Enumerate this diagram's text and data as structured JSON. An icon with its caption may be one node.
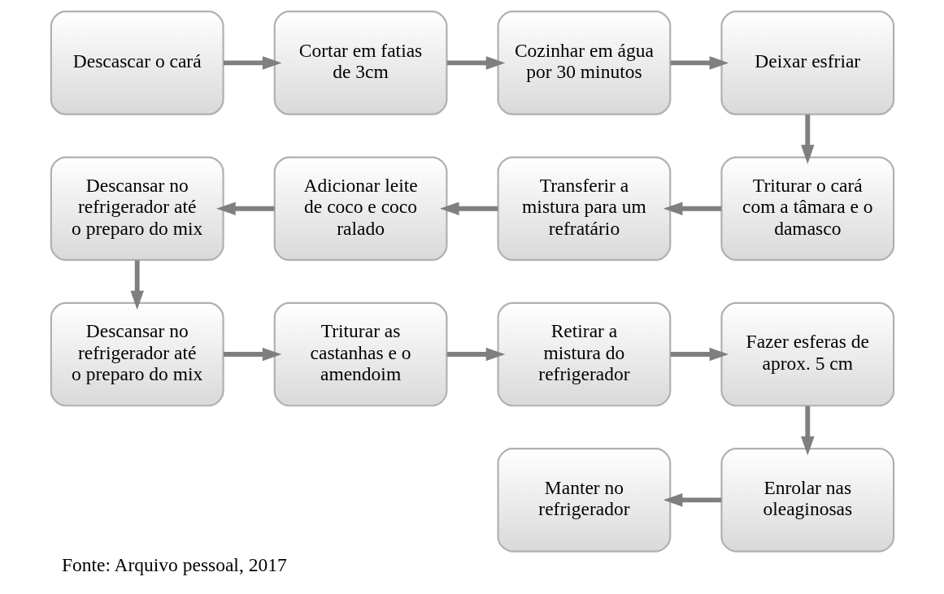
{
  "diagram": {
    "caption": "Fonte: Arquivo pessoal, 2017",
    "nodes": [
      {
        "text": [
          "Descascar o cará"
        ]
      },
      {
        "text": [
          "Cortar em fatias de 3cm"
        ]
      },
      {
        "text": [
          "Cozinhar em água por 30 minutos"
        ]
      },
      {
        "text": [
          "Deixar esfriar"
        ]
      },
      {
        "text": [
          "Triturar o cará com a tâmara e o damasco"
        ]
      },
      {
        "text": [
          "Transferir a mistura para um refratário"
        ]
      },
      {
        "text": [
          "Adicionar leite de coco e coco ralado"
        ]
      },
      {
        "text": [
          "Descansar no refrigerador até o preparo do mix"
        ]
      },
      {
        "text": [
          "Descansar no refrigerador até o preparo do mix"
        ]
      },
      {
        "text": [
          "Triturar as castanhas e o amendoim"
        ]
      },
      {
        "text": [
          "Retirar a mistura do refrigerador"
        ]
      },
      {
        "text": [
          "Fazer esferas de aprox. 5 cm"
        ]
      },
      {
        "text": [
          "Enrolar nas oleaginosas"
        ]
      },
      {
        "text": [
          "Manter no refrigerador"
        ]
      }
    ],
    "edges": [
      {
        "from": 0,
        "to": 1,
        "arrow": "to"
      },
      {
        "from": 1,
        "to": 2,
        "arrow": "to"
      },
      {
        "from": 2,
        "to": 3,
        "arrow": "to"
      },
      {
        "from": 3,
        "to": 4,
        "arrow": "to"
      },
      {
        "from": 4,
        "to": 5,
        "arrow": "to"
      },
      {
        "from": 5,
        "to": 6,
        "arrow": "to"
      },
      {
        "from": 6,
        "to": 7,
        "arrow": "to"
      },
      {
        "from": 7,
        "to": 8,
        "arrow": "to"
      },
      {
        "from": 8,
        "to": 9,
        "arrow": "to"
      },
      {
        "from": 9,
        "to": 10,
        "arrow": "to"
      },
      {
        "from": 10,
        "to": 11,
        "arrow": "to"
      },
      {
        "from": 11,
        "to": 12,
        "arrow": "to"
      },
      {
        "from": 12,
        "to": 13,
        "arrow": "to"
      }
    ]
  }
}
